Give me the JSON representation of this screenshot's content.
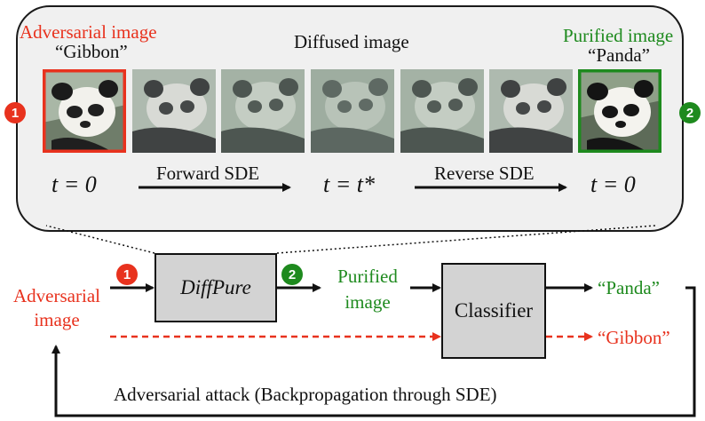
{
  "panel": {
    "adversarial_title": "Adversarial image",
    "adversarial_label": "“Gibbon”",
    "diffused_title": "Diffused image",
    "purified_title": "Purified image",
    "purified_label": "“Panda”",
    "t_left": "t = 0",
    "t_mid": "t = t*",
    "t_right": "t = 0",
    "forward_label": "Forward SDE",
    "reverse_label": "Reverse SDE",
    "badge_1": "1",
    "badge_2": "2"
  },
  "flow": {
    "input_label_line1": "Adversarial",
    "input_label_line2": "image",
    "diffpure_label": "DiffPure",
    "purified_line1": "Purified",
    "purified_line2": "image",
    "classifier_label": "Classifier",
    "panda_output": "“Panda”",
    "gibbon_output": "“Gibbon”",
    "attack_label": "Adversarial attack (Backpropagation through SDE)",
    "badge_1": "1",
    "badge_2": "2"
  },
  "colors": {
    "adversarial": "#e8321e",
    "purified": "#1e8a1e",
    "box_fill": "#d3d3d3",
    "panel_fill": "#f0f0f0"
  }
}
